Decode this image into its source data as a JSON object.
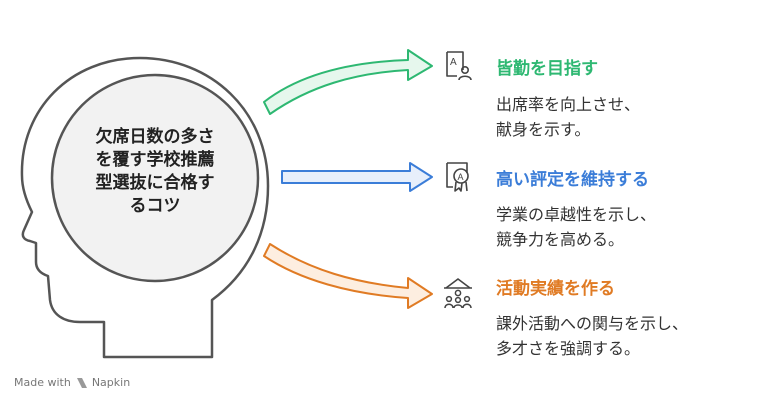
{
  "center": {
    "lines": [
      "欠席日数の多さ",
      "を覆す学校推薦",
      "型選抜に合格す",
      "るコツ"
    ]
  },
  "items": [
    {
      "title": "皆勤を目指す",
      "desc_lines": [
        "出席率を向上させ、",
        "献身を示す。"
      ],
      "color": "#2EB872",
      "icon": "attendance-badge-icon"
    },
    {
      "title": "高い評定を維持する",
      "desc_lines": [
        "学業の卓越性を示し、",
        "競争力を高める。"
      ],
      "color": "#3B7DD8",
      "icon": "award-certificate-icon"
    },
    {
      "title": "活動実績を作る",
      "desc_lines": [
        "課外活動への関与を示し、",
        "多才さを強調する。"
      ],
      "color": "#E07B24",
      "icon": "community-group-icon"
    }
  ],
  "footer": {
    "made_with": "Made with",
    "brand": "Napkin"
  }
}
